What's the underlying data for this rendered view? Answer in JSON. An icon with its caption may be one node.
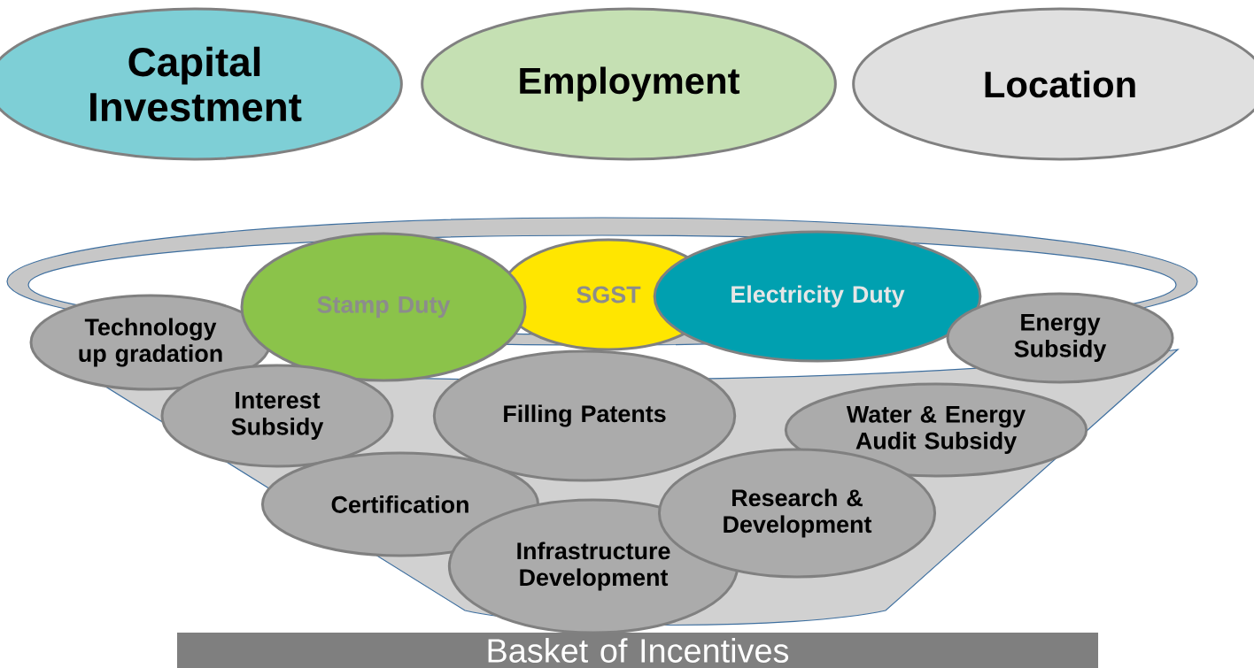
{
  "diagram": {
    "nodes": [
      {
        "text": [
          "Capital Investment"
        ]
      },
      {
        "text": [
          "Employment"
        ]
      },
      {
        "text": [
          "Location"
        ]
      },
      {
        "text": [
          "Technology up gradation"
        ]
      },
      {
        "text": [
          "Stamp Duty"
        ]
      },
      {
        "text": [
          "SGST"
        ]
      },
      {
        "text": [
          "Electricity Duty"
        ]
      },
      {
        "text": [
          "Energy Subsidy"
        ]
      },
      {
        "text": [
          "Interest Subsidy"
        ]
      },
      {
        "text": [
          "Filling Patents"
        ]
      },
      {
        "text": [
          "Water & Energy Audit Subsidy"
        ]
      },
      {
        "text": [
          "Certification"
        ]
      },
      {
        "text": [
          "Research & Development"
        ]
      },
      {
        "text": [
          "Infrastructure Development"
        ]
      },
      {
        "text": [
          "Basket of Incentives"
        ]
      }
    ]
  }
}
